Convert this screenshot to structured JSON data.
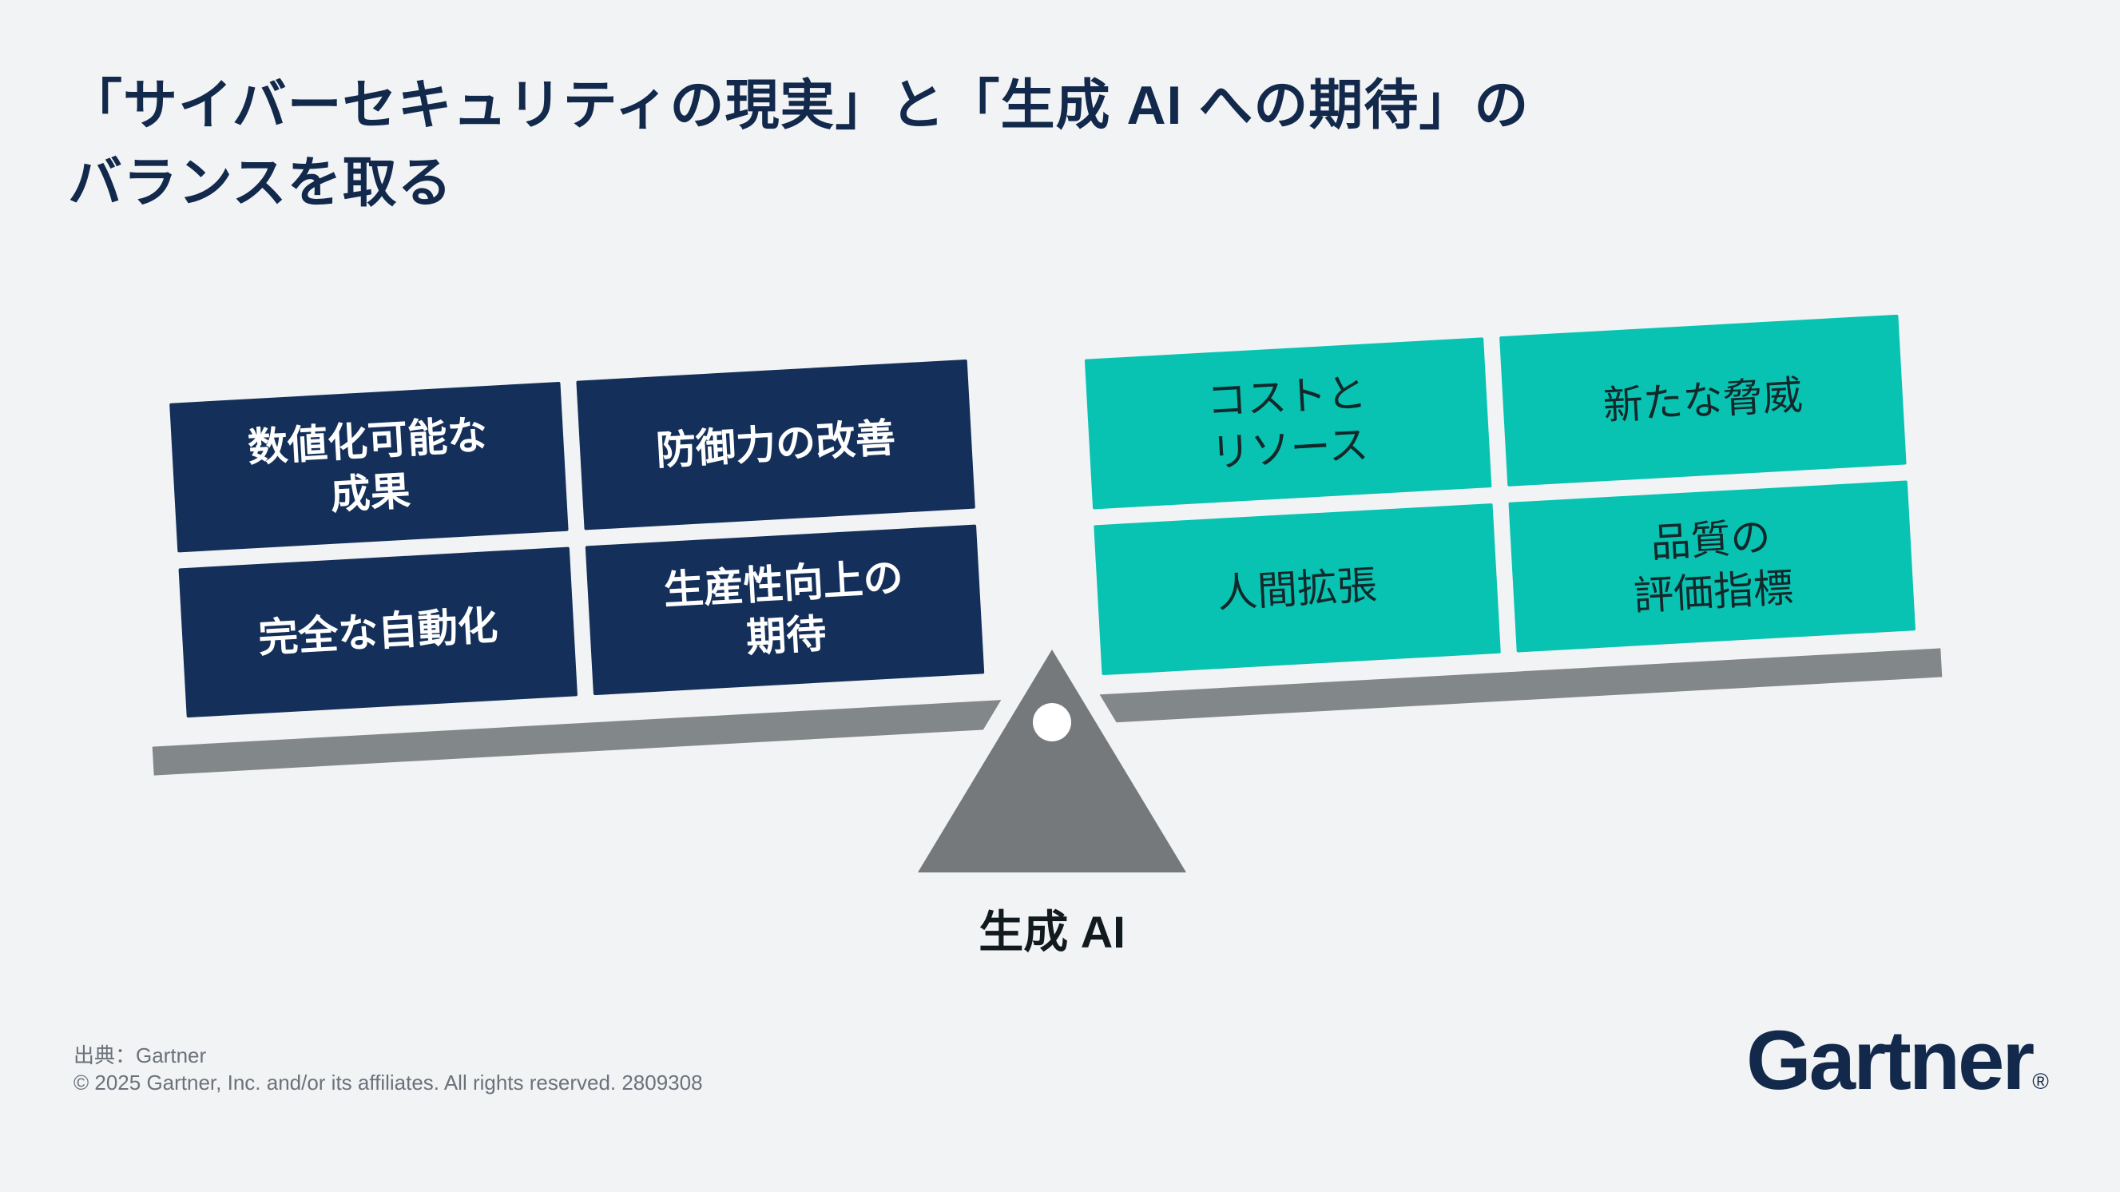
{
  "title": {
    "line1": "「サイバーセキュリティの現実」と「生成 AI への期待」の",
    "line2": "バランスを取る"
  },
  "seesaw": {
    "reality": {
      "items": [
        {
          "lines": [
            "数値化可能な",
            "成果"
          ]
        },
        {
          "lines": [
            "防御力の改善"
          ]
        },
        {
          "lines": [
            "完全な自動化"
          ]
        },
        {
          "lines": [
            "生産性向上の",
            "期待"
          ]
        }
      ]
    },
    "expectations": {
      "items": [
        {
          "lines": [
            "コストと",
            "リソース"
          ]
        },
        {
          "lines": [
            "新たな脅威"
          ]
        },
        {
          "lines": [
            "人間拡張"
          ]
        },
        {
          "lines": [
            "品質の",
            "評価指標"
          ]
        }
      ]
    },
    "fulcrum_label": "生成 AI"
  },
  "footer": {
    "source": "出典：Gartner",
    "copyright": "© 2025 Gartner, Inc. and/or its affiliates. All rights reserved. 2809308"
  },
  "logo": {
    "text": "Gartner",
    "registered": "®"
  },
  "colors": {
    "background": "#F2F3F4",
    "title": "#12294C",
    "navy": "#14305A",
    "teal": "#08C3B2",
    "beam": "#828789",
    "triangle": "#75797B",
    "dot": "#FFFFFF"
  }
}
